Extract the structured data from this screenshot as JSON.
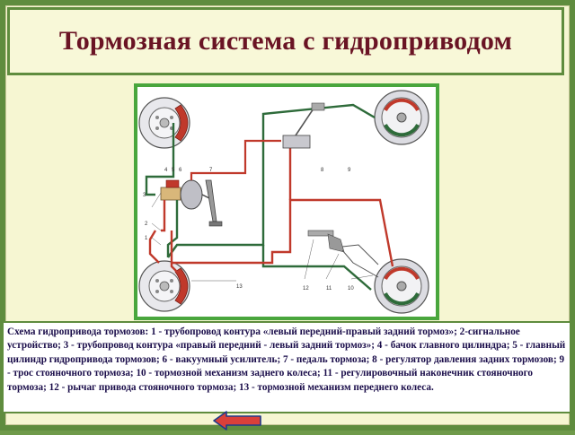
{
  "slide": {
    "title": "Тормозная система с гидроприводом",
    "caption": "Схема гидропривода тормозов: 1 - трубопровод контура «левый передний-правый задний тормоз»; 2-сигнальное устройство; 3 - трубопровод контура «правый передний - левый задний тормоз»; 4 - бачок главного цилиндра; 5 - главный цилиндр гидропривода тормозов; 6 - вакуумный усилитель; 7 - педаль тормоза; 8 - регулятор давления задних тормозов; 9 - трос стояночного тормоза; 10 - тормозной механизм заднего колеса; 11 - регулировочный наконечник стояночного тормоза; 12 - рычаг привода стояночного тормоза; 13 - тормозной механизм переднего колеса."
  },
  "diagram": {
    "callouts": {
      "n1": "1",
      "n2": "2",
      "n3": "3",
      "n4": "4",
      "n5": "5",
      "n6": "6",
      "n7": "7",
      "n8": "8",
      "n9": "9",
      "n10": "10",
      "n11": "11",
      "n12": "12",
      "n13": "13"
    },
    "colors": {
      "circuit_red": "#c0392b",
      "circuit_green": "#2e6b3a",
      "cable": "#555555"
    }
  },
  "colors": {
    "frame_green": "#49a63d",
    "title_color": "#6a1424",
    "caption_color": "#1a0d4a",
    "panel_bg": "#f6f6d2",
    "slide_green": "#5f8c3e",
    "back_button_fill": "#d9403a",
    "back_button_border": "#1f3a8a"
  },
  "icons": {
    "back_button": "back-arrow-icon"
  }
}
